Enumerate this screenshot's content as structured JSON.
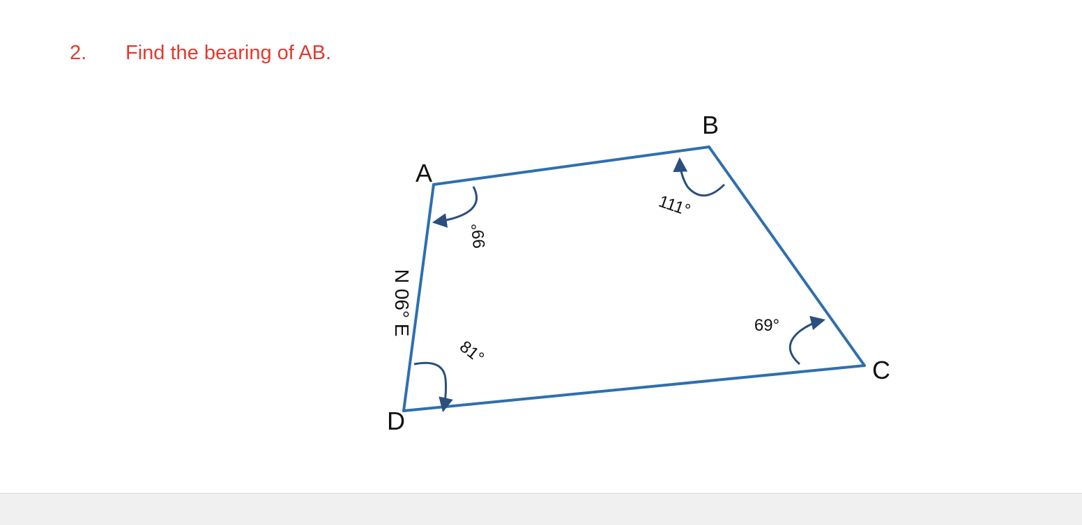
{
  "question": {
    "number": "2.",
    "text": "Find the bearing of AB."
  },
  "diagram": {
    "vertices": {
      "a": "A",
      "b": "B",
      "c": "C",
      "d": "D"
    },
    "angles": {
      "a": "99°",
      "b": "111°",
      "c": "69°",
      "d": "81°"
    },
    "bearing_label": "N 06° E",
    "colors": {
      "shape": "#2f6fae",
      "arrow": "#2a4f7f",
      "question": "#e03a2e"
    }
  }
}
